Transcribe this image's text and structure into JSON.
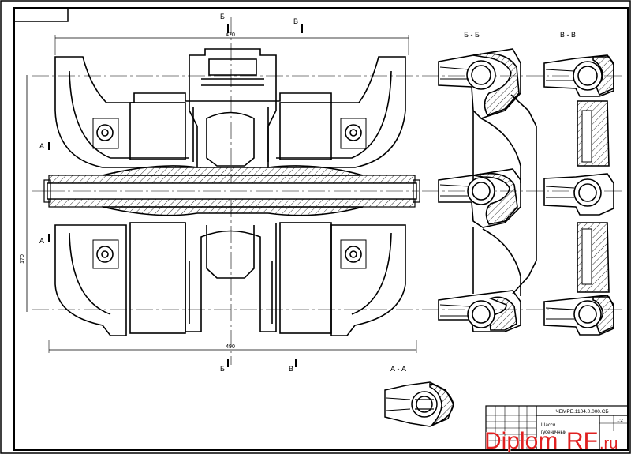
{
  "drawing": {
    "dims": {
      "top_width": "470",
      "bottom_width": "490",
      "height": "170"
    },
    "cut_labels": {
      "b_top": "Б",
      "v_top": "В",
      "b_bottom": "Б",
      "v_bottom": "В",
      "a_upper": "А",
      "a_lower": "А"
    },
    "section_titles": {
      "bb": "Б - Б",
      "vv": "В - В",
      "aa": "А - А"
    },
    "title_block": {
      "code": "ЧЕМРЕ.1104.0.000.СБ",
      "name_line1": "Шасси",
      "name_line2": "гусеничный",
      "sheet": "1:2"
    }
  },
  "watermark": {
    "part1": "Diplom",
    "part2": "RF",
    "part3": ".ru",
    "color_main": "#e02020"
  }
}
